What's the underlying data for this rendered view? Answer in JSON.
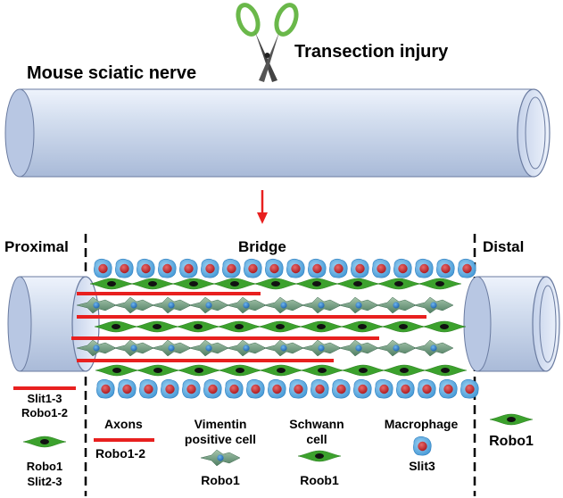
{
  "title_left": "Mouse sciatic nerve",
  "injury_label": "Transection injury",
  "regions": {
    "proximal": "Proximal",
    "bridge": "Bridge",
    "distal": "Distal"
  },
  "proximal_legend": {
    "red_line_label_1": "Slit1-3",
    "red_line_label_2": "Robo1-2",
    "green_cell_label_1": "Robo1",
    "green_cell_label_2": "Slit2-3"
  },
  "legend": {
    "axons_title": "Axons",
    "axons_marker": "Robo1-2",
    "vimentin_title_1": "Vimentin",
    "vimentin_title_2": "positive cell",
    "vimentin_marker": "Robo1",
    "schwann_title_1": "Schwann",
    "schwann_title_2": "cell",
    "schwann_marker": "Roob1",
    "macrophage_title": "Macrophage",
    "macrophage_marker": "Slit3",
    "distal_marker": "Robo1"
  },
  "colors": {
    "nerve_fill": "#c9d6ee",
    "axon_red": "#e8201f",
    "schwann_green": "#3ca12d",
    "vimentin_teal": "#6e9a7c",
    "macrophage_blue": "#4ea6df",
    "macrophage_nucleus": "#c0282e",
    "scissors_green": "#6ab84a"
  }
}
